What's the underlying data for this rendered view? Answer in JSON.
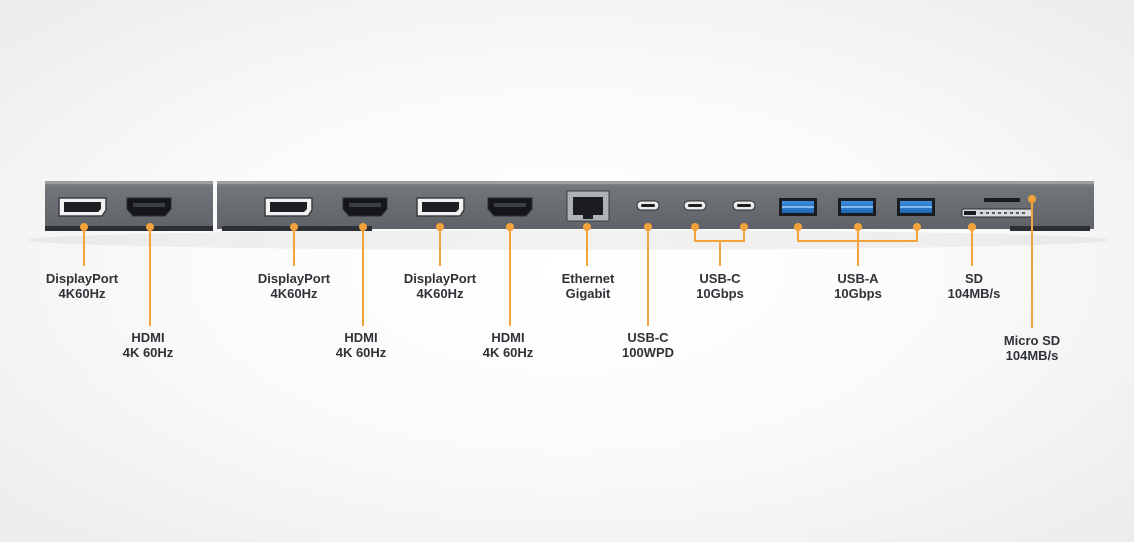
{
  "colors": {
    "accent": "#f4a23c",
    "dock_body": "#6b6f74",
    "dock_top": "#8a8e93",
    "label_text": "#2f3338",
    "port_blue": "#2a7fd0"
  },
  "ports": [
    {
      "id": "dp1",
      "icon": "displayport-icon",
      "label_lines": [
        "DisplayPort",
        "4K60Hz"
      ]
    },
    {
      "id": "hdmi1",
      "icon": "hdmi-icon",
      "label_lines": [
        "HDMI",
        "4K 60Hz"
      ]
    },
    {
      "id": "dp2",
      "icon": "displayport-icon",
      "label_lines": [
        "DisplayPort",
        "4K60Hz"
      ]
    },
    {
      "id": "hdmi2",
      "icon": "hdmi-icon",
      "label_lines": [
        "HDMI",
        "4K 60Hz"
      ]
    },
    {
      "id": "dp3",
      "icon": "displayport-icon",
      "label_lines": [
        "DisplayPort",
        "4K60Hz"
      ]
    },
    {
      "id": "hdmi3",
      "icon": "hdmi-icon",
      "label_lines": [
        "HDMI",
        "4K 60Hz"
      ]
    },
    {
      "id": "eth",
      "icon": "ethernet-icon",
      "label_lines": [
        "Ethernet",
        "Gigabit"
      ]
    },
    {
      "id": "usbc_pd",
      "icon": "usb-c-icon",
      "label_lines": [
        "USB-C",
        "100WPD"
      ]
    },
    {
      "id": "usbc_data",
      "icon": "usb-c-icon",
      "label_lines": [
        "USB-C",
        "10Gbps"
      ]
    },
    {
      "id": "usba",
      "icon": "usb-a-icon",
      "label_lines": [
        "USB-A",
        "10Gbps"
      ]
    },
    {
      "id": "sd",
      "icon": "sd-card-icon",
      "label_lines": [
        "SD",
        "104MB/s"
      ]
    },
    {
      "id": "microsd",
      "icon": "micro-sd-icon",
      "label_lines": [
        "Micro SD",
        "104MB/s"
      ]
    }
  ]
}
